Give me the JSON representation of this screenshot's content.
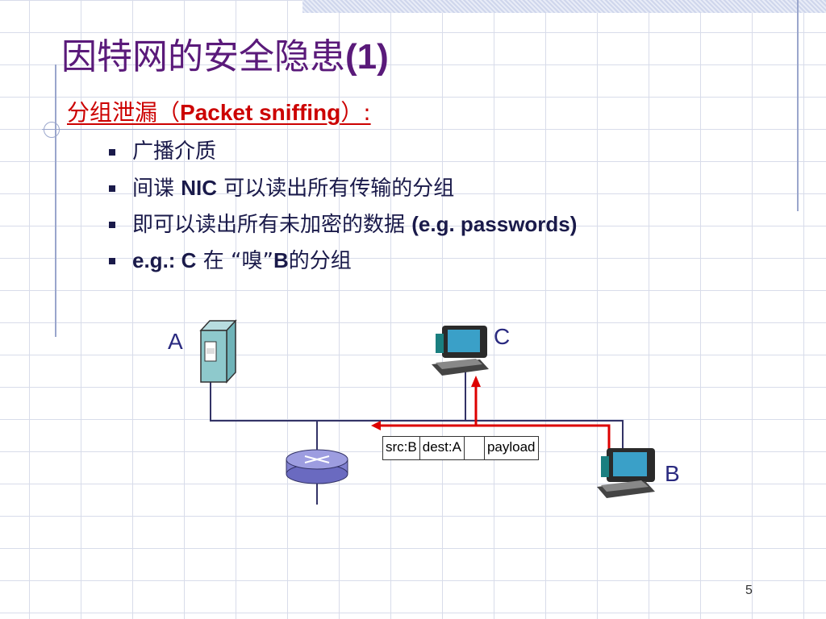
{
  "title": {
    "cn": "因特网的安全隐患",
    "num": "(1)"
  },
  "subtitle": {
    "cn": "分组泄漏（",
    "en": "Packet sniffing",
    "tail": "）:"
  },
  "bullets": [
    {
      "pre": "广播介质",
      "bold": "",
      "post": ""
    },
    {
      "pre": "间谍 ",
      "bold": "NIC",
      "post": " 可以读出所有传输的分组"
    },
    {
      "pre": "即可以读出所有未加密的数据 ",
      "bold": "(e.g. passwords)",
      "post": ""
    },
    {
      "pre": "",
      "bold": "e.g.: C",
      "post": " 在 “嗅”",
      "bold2": "B",
      "post2": "的分组"
    }
  ],
  "diagram": {
    "label_a": "A",
    "label_b": "B",
    "label_c": "C",
    "packet": {
      "src": "src:B",
      "dest": "dest:A",
      "blank": "",
      "payload": "payload"
    }
  },
  "page_number": "5",
  "colors": {
    "title": "#5a1a7a",
    "subtitle": "#cc0000",
    "arrow": "#dd0000",
    "link": "#333366"
  },
  "icons": [
    "server-icon",
    "router-icon",
    "computer-icon"
  ]
}
